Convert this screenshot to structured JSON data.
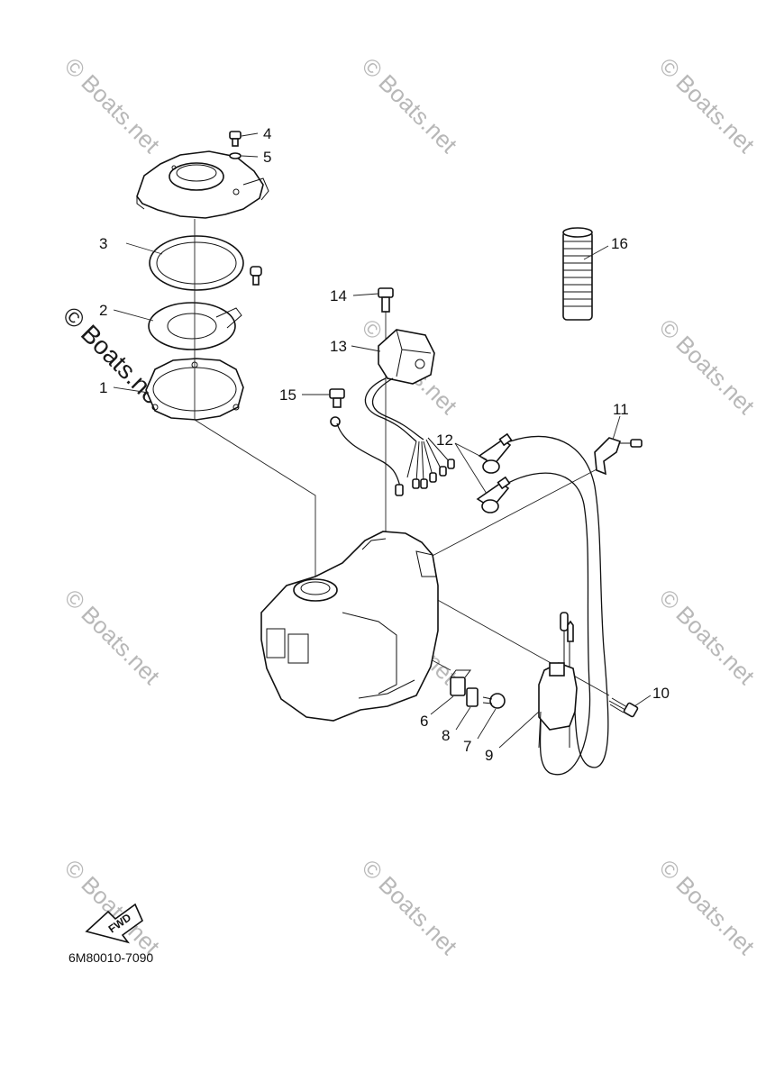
{
  "diagram": {
    "part_code": "6M80010-7090",
    "fwd_label": "FWD",
    "watermark_text": "© Boats.net",
    "callouts": [
      "1",
      "2",
      "3",
      "4",
      "5",
      "6",
      "7",
      "8",
      "9",
      "10",
      "11",
      "12",
      "13",
      "14",
      "15",
      "16"
    ]
  }
}
